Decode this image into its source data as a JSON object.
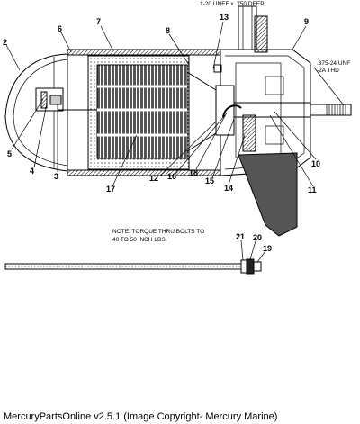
{
  "callouts": {
    "c1": "2",
    "c2": "7",
    "c3": "6",
    "c4": "8",
    "c5": "13",
    "c6": "9",
    "c7": "5",
    "c8": "4",
    "c9": "3",
    "c10": "17",
    "c11": "12",
    "c12": "16",
    "c13": "18",
    "c14": "15",
    "c15": "14",
    "c16": "10",
    "c17": "11",
    "c18": "21",
    "c19": "20",
    "c20": "19"
  },
  "annotations": {
    "top_thread": "1-20 UNEF x .750 DEEP",
    "shaft_thread_line1": ".375-24 UNF",
    "shaft_thread_line2": "-2A THD",
    "note_line1": "NOTE: TORQUE THRU BOLTS TO",
    "note_line2": "40 TO 50 INCH LBS."
  },
  "footer": {
    "text": "MercuryPartsOnline v2.5.1 (Image Copyright- Mercury Marine)"
  },
  "colors": {
    "ink": "#000000",
    "background": "#ffffff",
    "hatch": "#444444"
  }
}
